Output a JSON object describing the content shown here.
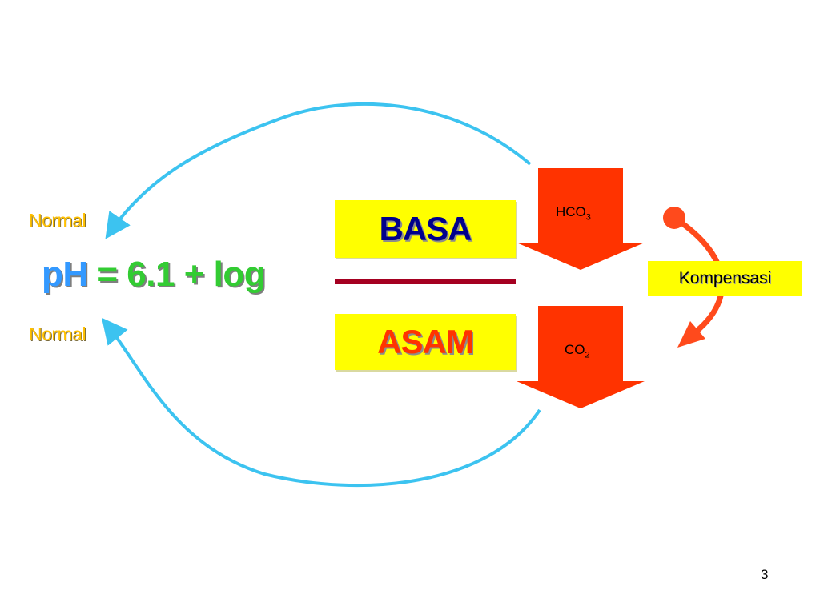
{
  "normal_top": "Normal",
  "normal_bottom": "Normal",
  "equation": {
    "ph": "pH",
    "rest": " = 6.1 + log"
  },
  "numerator": "BASA",
  "denominator": "ASAM",
  "hco3": {
    "base": "HCO",
    "subscript": "3"
  },
  "co2": {
    "base": "CO",
    "subscript": "2"
  },
  "kompensasi": "Kompensasi",
  "page_number": "3",
  "colors": {
    "normal_text": "#ffc000",
    "ph_text": "#3399ff",
    "equation_text": "#33cc33",
    "box_fill": "#ffff00",
    "basa_text": "#00008b",
    "asam_text": "#ff3300",
    "fraction_line": "#a50021",
    "block_arrow": "#ff3300",
    "curved_arrow": "#ff4a1c",
    "feedback_arrow": "#3cc3f0"
  }
}
